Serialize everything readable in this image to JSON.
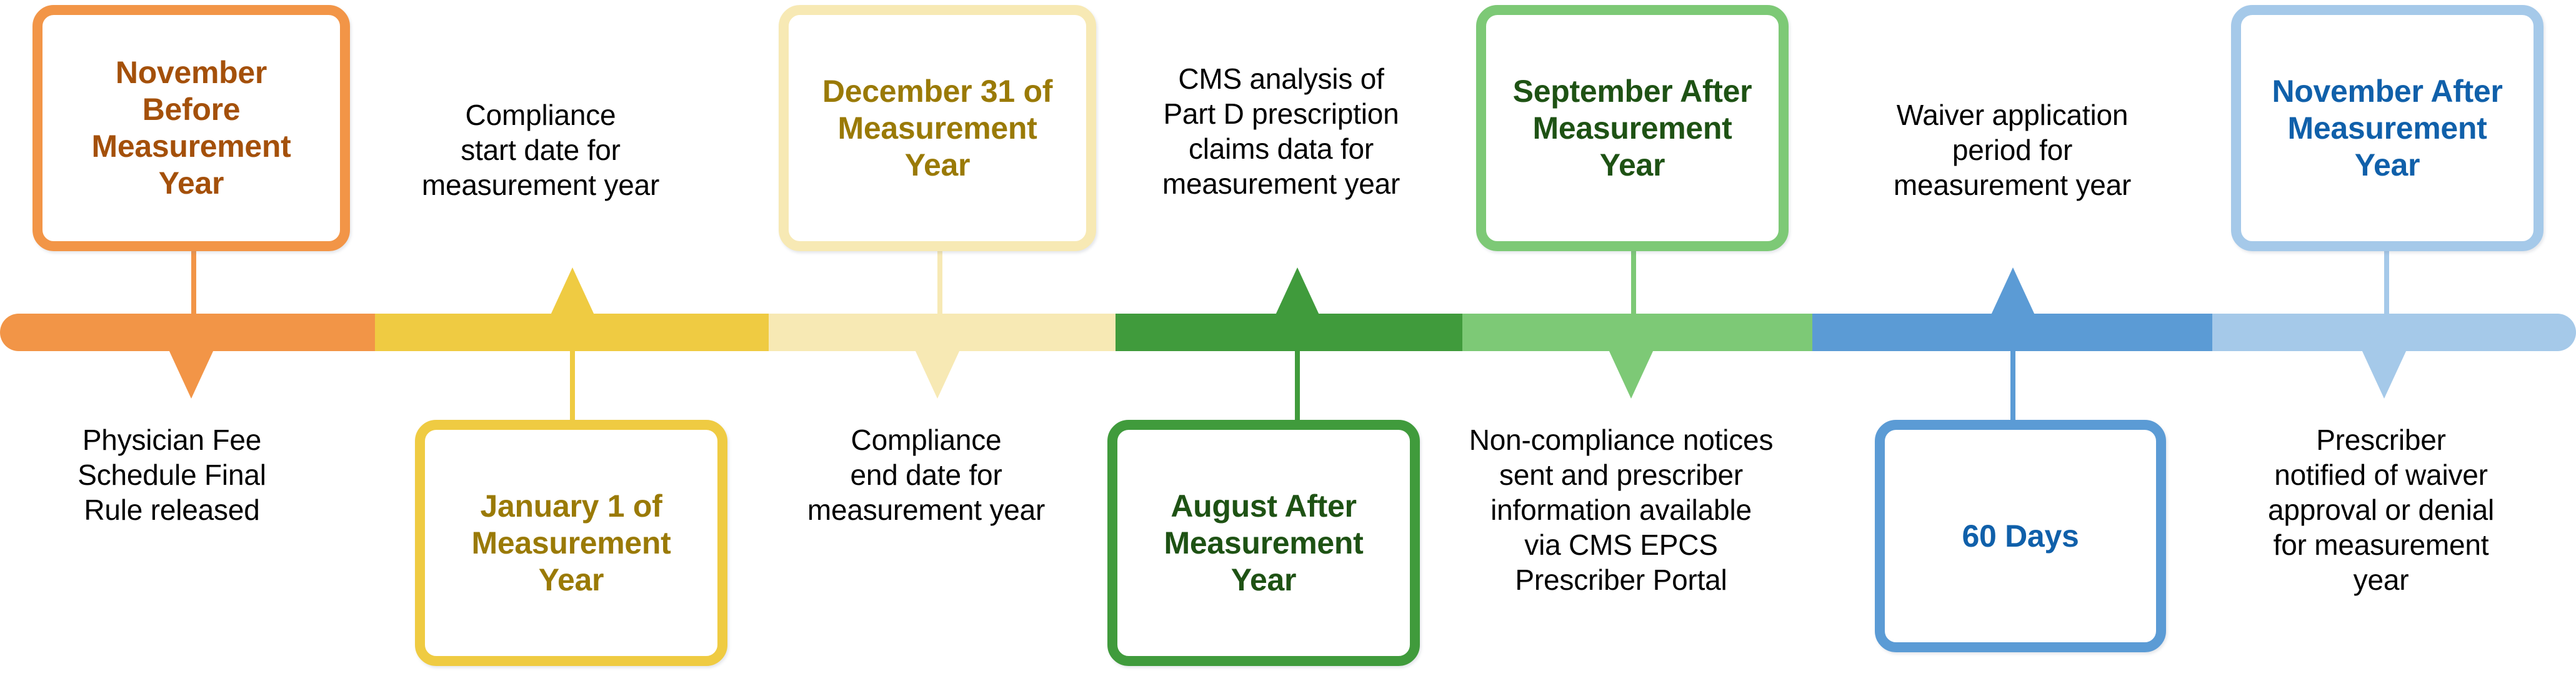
{
  "diagram": {
    "title": "EPCS compliance measurement year timeline",
    "type": "horizontal-timeline"
  },
  "colors": {
    "orange_fill": "#F29547",
    "orange_text": "#A4500A",
    "yellow_fill": "#EFCB42",
    "yellow_text": "#9A7A06",
    "pale_yellow_fill": "#F7E9B4",
    "pale_yellow_text": "#9A7A06",
    "dark_green_fill": "#409B3C",
    "dark_green_text": "#1E5214",
    "light_green_fill": "#7DC976",
    "light_green_text": "#1E5214",
    "blue_fill": "#5B9BD5",
    "blue_text": "#1060AA",
    "light_blue_fill": "#A5C9E9",
    "light_blue_text": "#1060AA",
    "caption_text": "#000000"
  },
  "segments": [
    {
      "id": "nov-before",
      "fill_key": "orange_fill",
      "label_box": "November\nBefore\nMeasurement\nYear",
      "box_lines": [
        "November",
        "Before",
        "Measurement",
        "Year"
      ],
      "box_position": "above",
      "caption_lines": [
        "Physician Fee",
        "Schedule Final",
        "Rule released"
      ],
      "caption_position": "below"
    },
    {
      "id": "jan-1",
      "fill_key": "yellow_fill",
      "box_lines": [
        "January 1 of",
        "Measurement",
        "Year"
      ],
      "box_position": "below",
      "caption_lines": [
        "Compliance",
        "start date for",
        "measurement year"
      ],
      "caption_position": "above"
    },
    {
      "id": "dec-31",
      "fill_key": "pale_yellow_fill",
      "box_lines": [
        "December 31 of",
        "Measurement",
        "Year"
      ],
      "box_position": "above",
      "caption_lines": [
        "Compliance",
        "end date for",
        "measurement year"
      ],
      "caption_position": "below"
    },
    {
      "id": "aug-after",
      "fill_key": "dark_green_fill",
      "box_lines": [
        "August After",
        "Measurement",
        "Year"
      ],
      "box_position": "below",
      "caption_lines": [
        "CMS analysis of",
        "Part D prescription",
        "claims data for",
        "measurement year"
      ],
      "caption_position": "above"
    },
    {
      "id": "sep-after",
      "fill_key": "light_green_fill",
      "box_lines": [
        "September After",
        "Measurement",
        "Year"
      ],
      "box_position": "above",
      "caption_lines": [
        "Non-compliance notices",
        "sent and prescriber",
        "information available",
        "via CMS EPCS",
        "Prescriber Portal"
      ],
      "caption_position": "below"
    },
    {
      "id": "sixty-days",
      "fill_key": "blue_fill",
      "box_lines": [
        "60 Days"
      ],
      "box_position": "below",
      "caption_lines": [
        "Waiver application",
        "period for",
        "measurement year"
      ],
      "caption_position": "above"
    },
    {
      "id": "nov-after",
      "fill_key": "light_blue_fill",
      "box_lines": [
        "November After",
        "Measurement",
        "Year"
      ],
      "box_position": "above",
      "caption_lines": [
        "Prescriber",
        "notified of waiver",
        "approval or denial",
        "for measurement",
        "year"
      ],
      "caption_position": "below"
    }
  ],
  "boxes": {
    "nov_before": {
      "l1": "November",
      "l2": "Before",
      "l3": "Measurement",
      "l4": "Year"
    },
    "jan_1": {
      "l1": "January 1 of",
      "l2": "Measurement",
      "l3": "Year"
    },
    "dec_31": {
      "l1": "December 31 of",
      "l2": "Measurement",
      "l3": "Year"
    },
    "aug_after": {
      "l1": "August After",
      "l2": "Measurement",
      "l3": "Year"
    },
    "sep_after": {
      "l1": "September After",
      "l2": "Measurement",
      "l3": "Year"
    },
    "sixty_days": {
      "l1": "60 Days"
    },
    "nov_after": {
      "l1": "November After",
      "l2": "Measurement",
      "l3": "Year"
    }
  },
  "captions": {
    "physician_fee": {
      "l1": "Physician Fee",
      "l2": "Schedule Final",
      "l3": "Rule released"
    },
    "compliance_start": {
      "l1": "Compliance",
      "l2": "start date for",
      "l3": "measurement year"
    },
    "compliance_end": {
      "l1": "Compliance",
      "l2": "end date for",
      "l3": "measurement year"
    },
    "cms_analysis": {
      "l1": "CMS analysis of",
      "l2": "Part D prescription",
      "l3": "claims data for",
      "l4": "measurement year"
    },
    "noncompliance": {
      "l1": "Non-compliance notices",
      "l2": "sent and prescriber",
      "l3": "information available",
      "l4": "via CMS EPCS",
      "l5": "Prescriber Portal"
    },
    "waiver_period": {
      "l1": "Waiver application",
      "l2": "period for",
      "l3": "measurement year"
    },
    "prescriber_notified": {
      "l1": "Prescriber",
      "l2": "notified of waiver",
      "l3": "approval or denial",
      "l4": "for measurement",
      "l5": "year"
    }
  }
}
